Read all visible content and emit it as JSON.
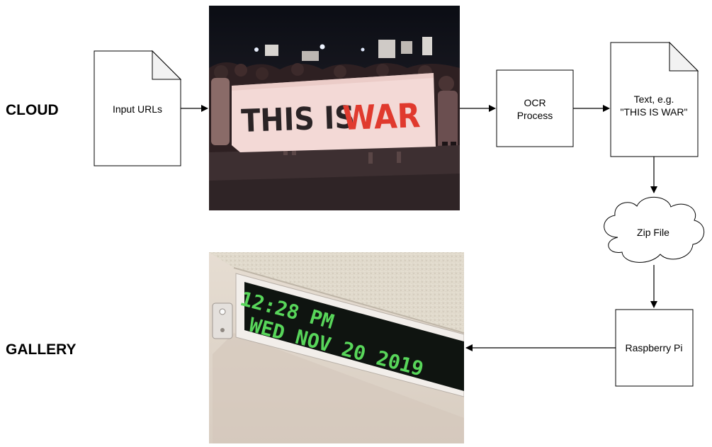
{
  "sections": {
    "cloud": "CLOUD",
    "gallery": "GALLERY"
  },
  "nodes": {
    "input_urls": "Input URLs",
    "ocr_line1": "OCR",
    "ocr_line2": "Process",
    "text_line1": "Text, e.g.",
    "text_line2": "\"THIS IS WAR\"",
    "zip_file": "Zip File",
    "raspberry_pi": "Raspberry Pi"
  },
  "photos": {
    "protest_banner_word1": "THIS IS",
    "protest_banner_word2": "WAR",
    "display_time": "12:28 PM",
    "display_date": "WED NOV 20 2019"
  },
  "colors": {
    "banner_red": "#e03a2e",
    "led_green": "#58d65a"
  }
}
